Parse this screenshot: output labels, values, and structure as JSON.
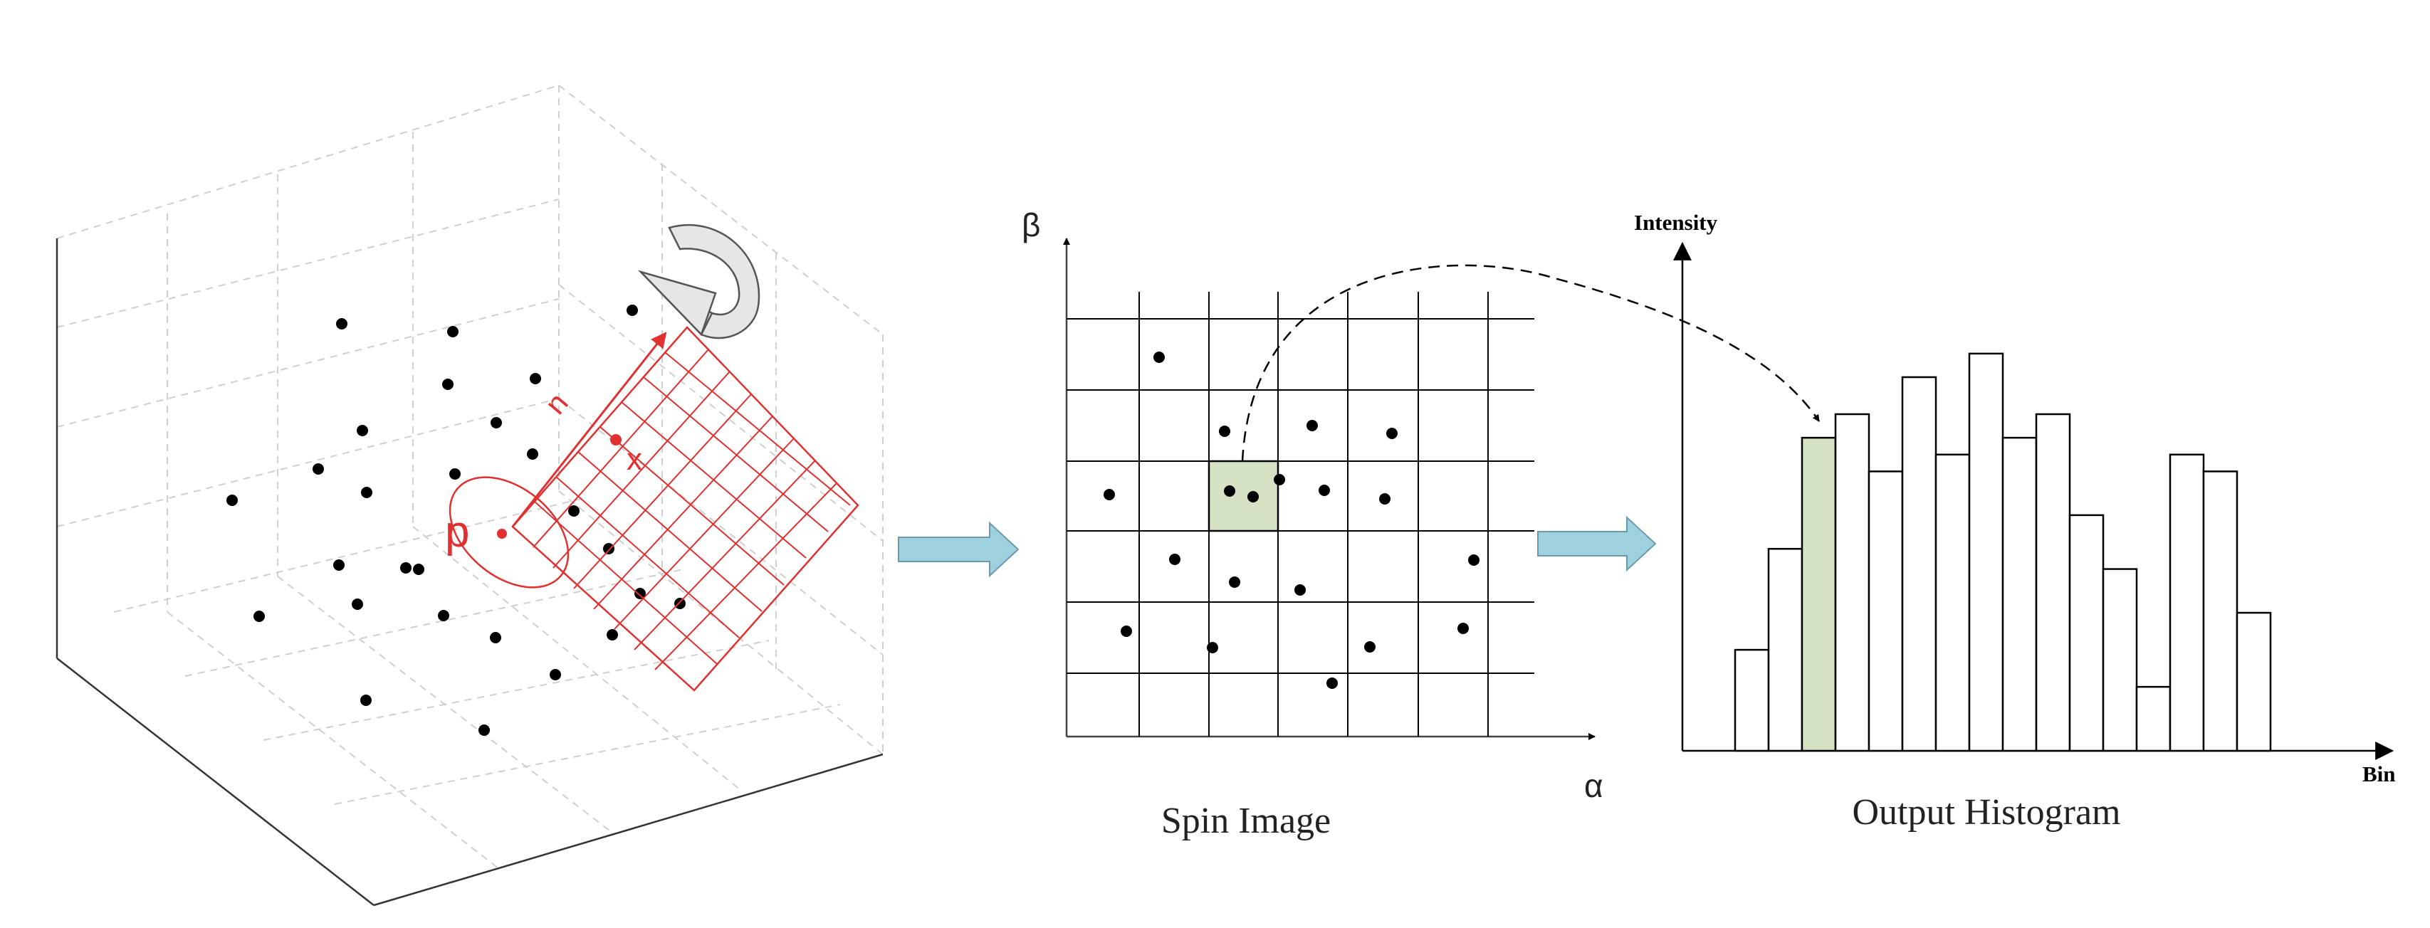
{
  "panel_3d": {
    "point_p_label": "p",
    "point_x_label": "x",
    "normal_label": "n",
    "colors": {
      "plane": "#e03030",
      "points": "#000000",
      "box_grid": "#c8c8c8",
      "arrow": "#d8d8d8"
    }
  },
  "spin_image": {
    "title": "Spin Image",
    "x_axis_label": "α",
    "y_axis_label": "β",
    "highlight_color": "#d6e2c4"
  },
  "histogram": {
    "title": "Output Histogram",
    "x_axis_label": "Bin",
    "y_axis_label": "Intensity",
    "highlight_color": "#d6e2c4",
    "highlight_index": 2,
    "values": [
      0.3,
      0.6,
      0.93,
      1.0,
      0.83,
      1.11,
      0.88,
      1.18,
      0.93,
      1.0,
      0.7,
      0.54,
      0.19,
      0.88,
      0.83,
      0.41
    ]
  },
  "arrows": {
    "fill": "#9fd0de",
    "stroke": "#6a9aac"
  }
}
